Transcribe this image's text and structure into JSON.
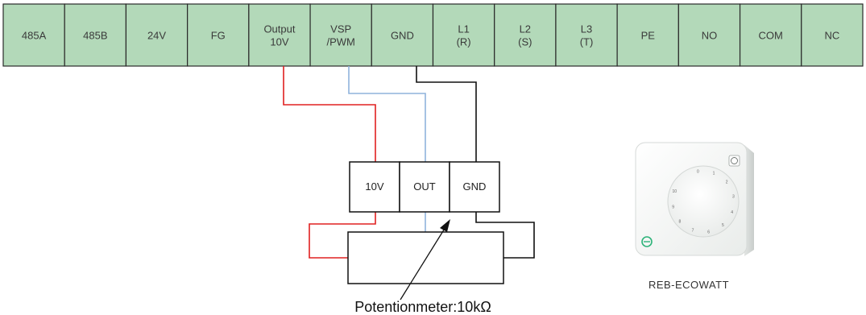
{
  "terminals": [
    {
      "lines": [
        "485A"
      ]
    },
    {
      "lines": [
        "485B"
      ]
    },
    {
      "lines": [
        "24V"
      ]
    },
    {
      "lines": [
        "FG"
      ]
    },
    {
      "lines": [
        "Output",
        "10V"
      ]
    },
    {
      "lines": [
        "VSP",
        "/PWM"
      ]
    },
    {
      "lines": [
        "GND"
      ]
    },
    {
      "lines": [
        "L1",
        "(R)"
      ]
    },
    {
      "lines": [
        "L2",
        "(S)"
      ]
    },
    {
      "lines": [
        "L3",
        "(T)"
      ]
    },
    {
      "lines": [
        "PE"
      ]
    },
    {
      "lines": [
        "NO"
      ]
    },
    {
      "lines": [
        "COM"
      ]
    },
    {
      "lines": [
        "NC"
      ]
    }
  ],
  "pot_terminals": {
    "left": "10V",
    "middle": "OUT",
    "right": "GND"
  },
  "caption": "Potentionmeter:10kΩ",
  "product": {
    "label": "REB-ECOWATT",
    "dial_numbers": [
      "0",
      "1",
      "2",
      "3",
      "4",
      "5",
      "6",
      "7",
      "8",
      "9",
      "10"
    ]
  },
  "colors": {
    "terminal_fill": "#b3d9b9",
    "terminal_stroke": "#2a2a2a",
    "wire_10v": "#e02020",
    "wire_signal": "#8fb3dc",
    "wire_gnd": "#111111",
    "accent_logo": "#2eb37a"
  }
}
